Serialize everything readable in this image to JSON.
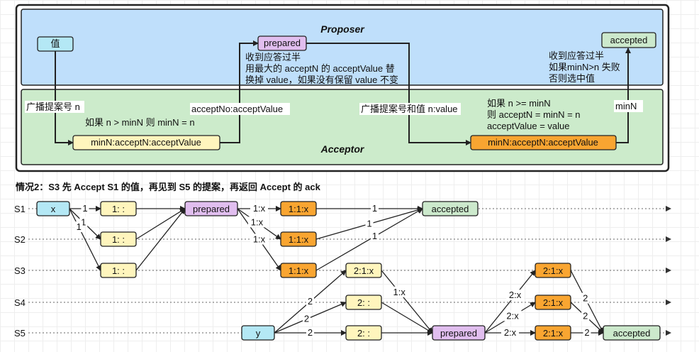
{
  "colors": {
    "proposer_bg": "#BFDFFB",
    "acceptor_bg": "#CCEBCB",
    "value_box": "#B4E8F5",
    "prepared_box": "#E1BEEF",
    "state_box": "#FFF5BD",
    "accepted_acceptor_box": "#F9A531",
    "accepted_box": "#CCE9CC"
  },
  "top": {
    "proposer_title": "Proposer",
    "acceptor_title": "Acceptor",
    "value_label": "值",
    "prepared_label": "prepared",
    "accepted_label": "accepted",
    "broadcast_n": "广播提案号 n",
    "condition_min": "如果 n > minN 则 minN = n",
    "state1": "minN:acceptN:acceptValue",
    "accept_no_value": "acceptNo:acceptValue",
    "prepared_note_1": "收到应答过半",
    "prepared_note_2": "用最大的 acceptN 的 acceptValue 替",
    "prepared_note_3": "换掉 value，如果没有保留 value 不变",
    "broadcast_nv": "广播提案号和值 n:value",
    "accept_cond_1": "如果 n >= minN",
    "accept_cond_2": "则 acceptN = minN = n",
    "accept_cond_3": "acceptValue = value",
    "state2": "minN:acceptN:acceptValue",
    "minN_label": "minN",
    "accepted_note_1": "收到应答过半",
    "accepted_note_2": "如果minN>n 失败",
    "accepted_note_3": "否则选中值"
  },
  "scenario": {
    "title": "情况2：S3 先 Accept S1 的值，再见到 S5 的提案，再返回 Accept 的 ack",
    "servers": [
      "S1",
      "S2",
      "S3",
      "S4",
      "S5"
    ],
    "nodes": {
      "s1_x": "x",
      "s1_state": "1: :",
      "s2_state": "1: :",
      "s3_state": "1: :",
      "s1_prepared": "prepared",
      "s1_acc1": "1:1:x",
      "s2_acc1": "1:1:x",
      "s3_acc1": "1:1:x",
      "s1_accepted": "accepted",
      "s5_y": "y",
      "s3_p2": "2:1:x",
      "s4_p2": "2: :",
      "s5_p2": "2: :",
      "s5_prepared": "prepared",
      "s3_a2": "2:1:x",
      "s4_a2": "2:1:x",
      "s5_a2": "2:1:x",
      "s5_accepted": "accepted"
    },
    "edge_labels": {
      "one": "1",
      "one_x": "1:x",
      "two": "2",
      "two_x": "2:x"
    }
  }
}
